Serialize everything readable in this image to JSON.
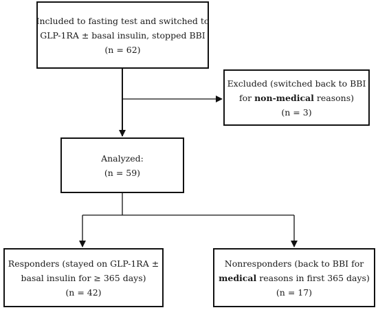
{
  "boxes": {
    "included": {
      "line1": "Included to fasting test and switched to",
      "line2": "GLP-1RA ± basal insulin, stopped BBI",
      "line3": "(n = 62)"
    },
    "excluded": {
      "line1": "Excluded (switched back to BBI",
      "line2_pre": "for ",
      "line2_bold": "non-medical",
      "line2_post": " reasons)",
      "line3": "(n = 3)"
    },
    "analyzed": {
      "line1": "Analyzed:",
      "line2": "(n = 59)"
    },
    "responders": {
      "line1": "Responders (stayed on GLP-1RA ±",
      "line2": "basal insulin for ≥ 365 days)",
      "line3": "(n = 42)"
    },
    "nonresponders": {
      "line1": "Nonresponders (back to BBI for",
      "line2_bold": "medical",
      "line2_post": " reasons in first 365 days)",
      "line3": "(n = 17)"
    }
  }
}
